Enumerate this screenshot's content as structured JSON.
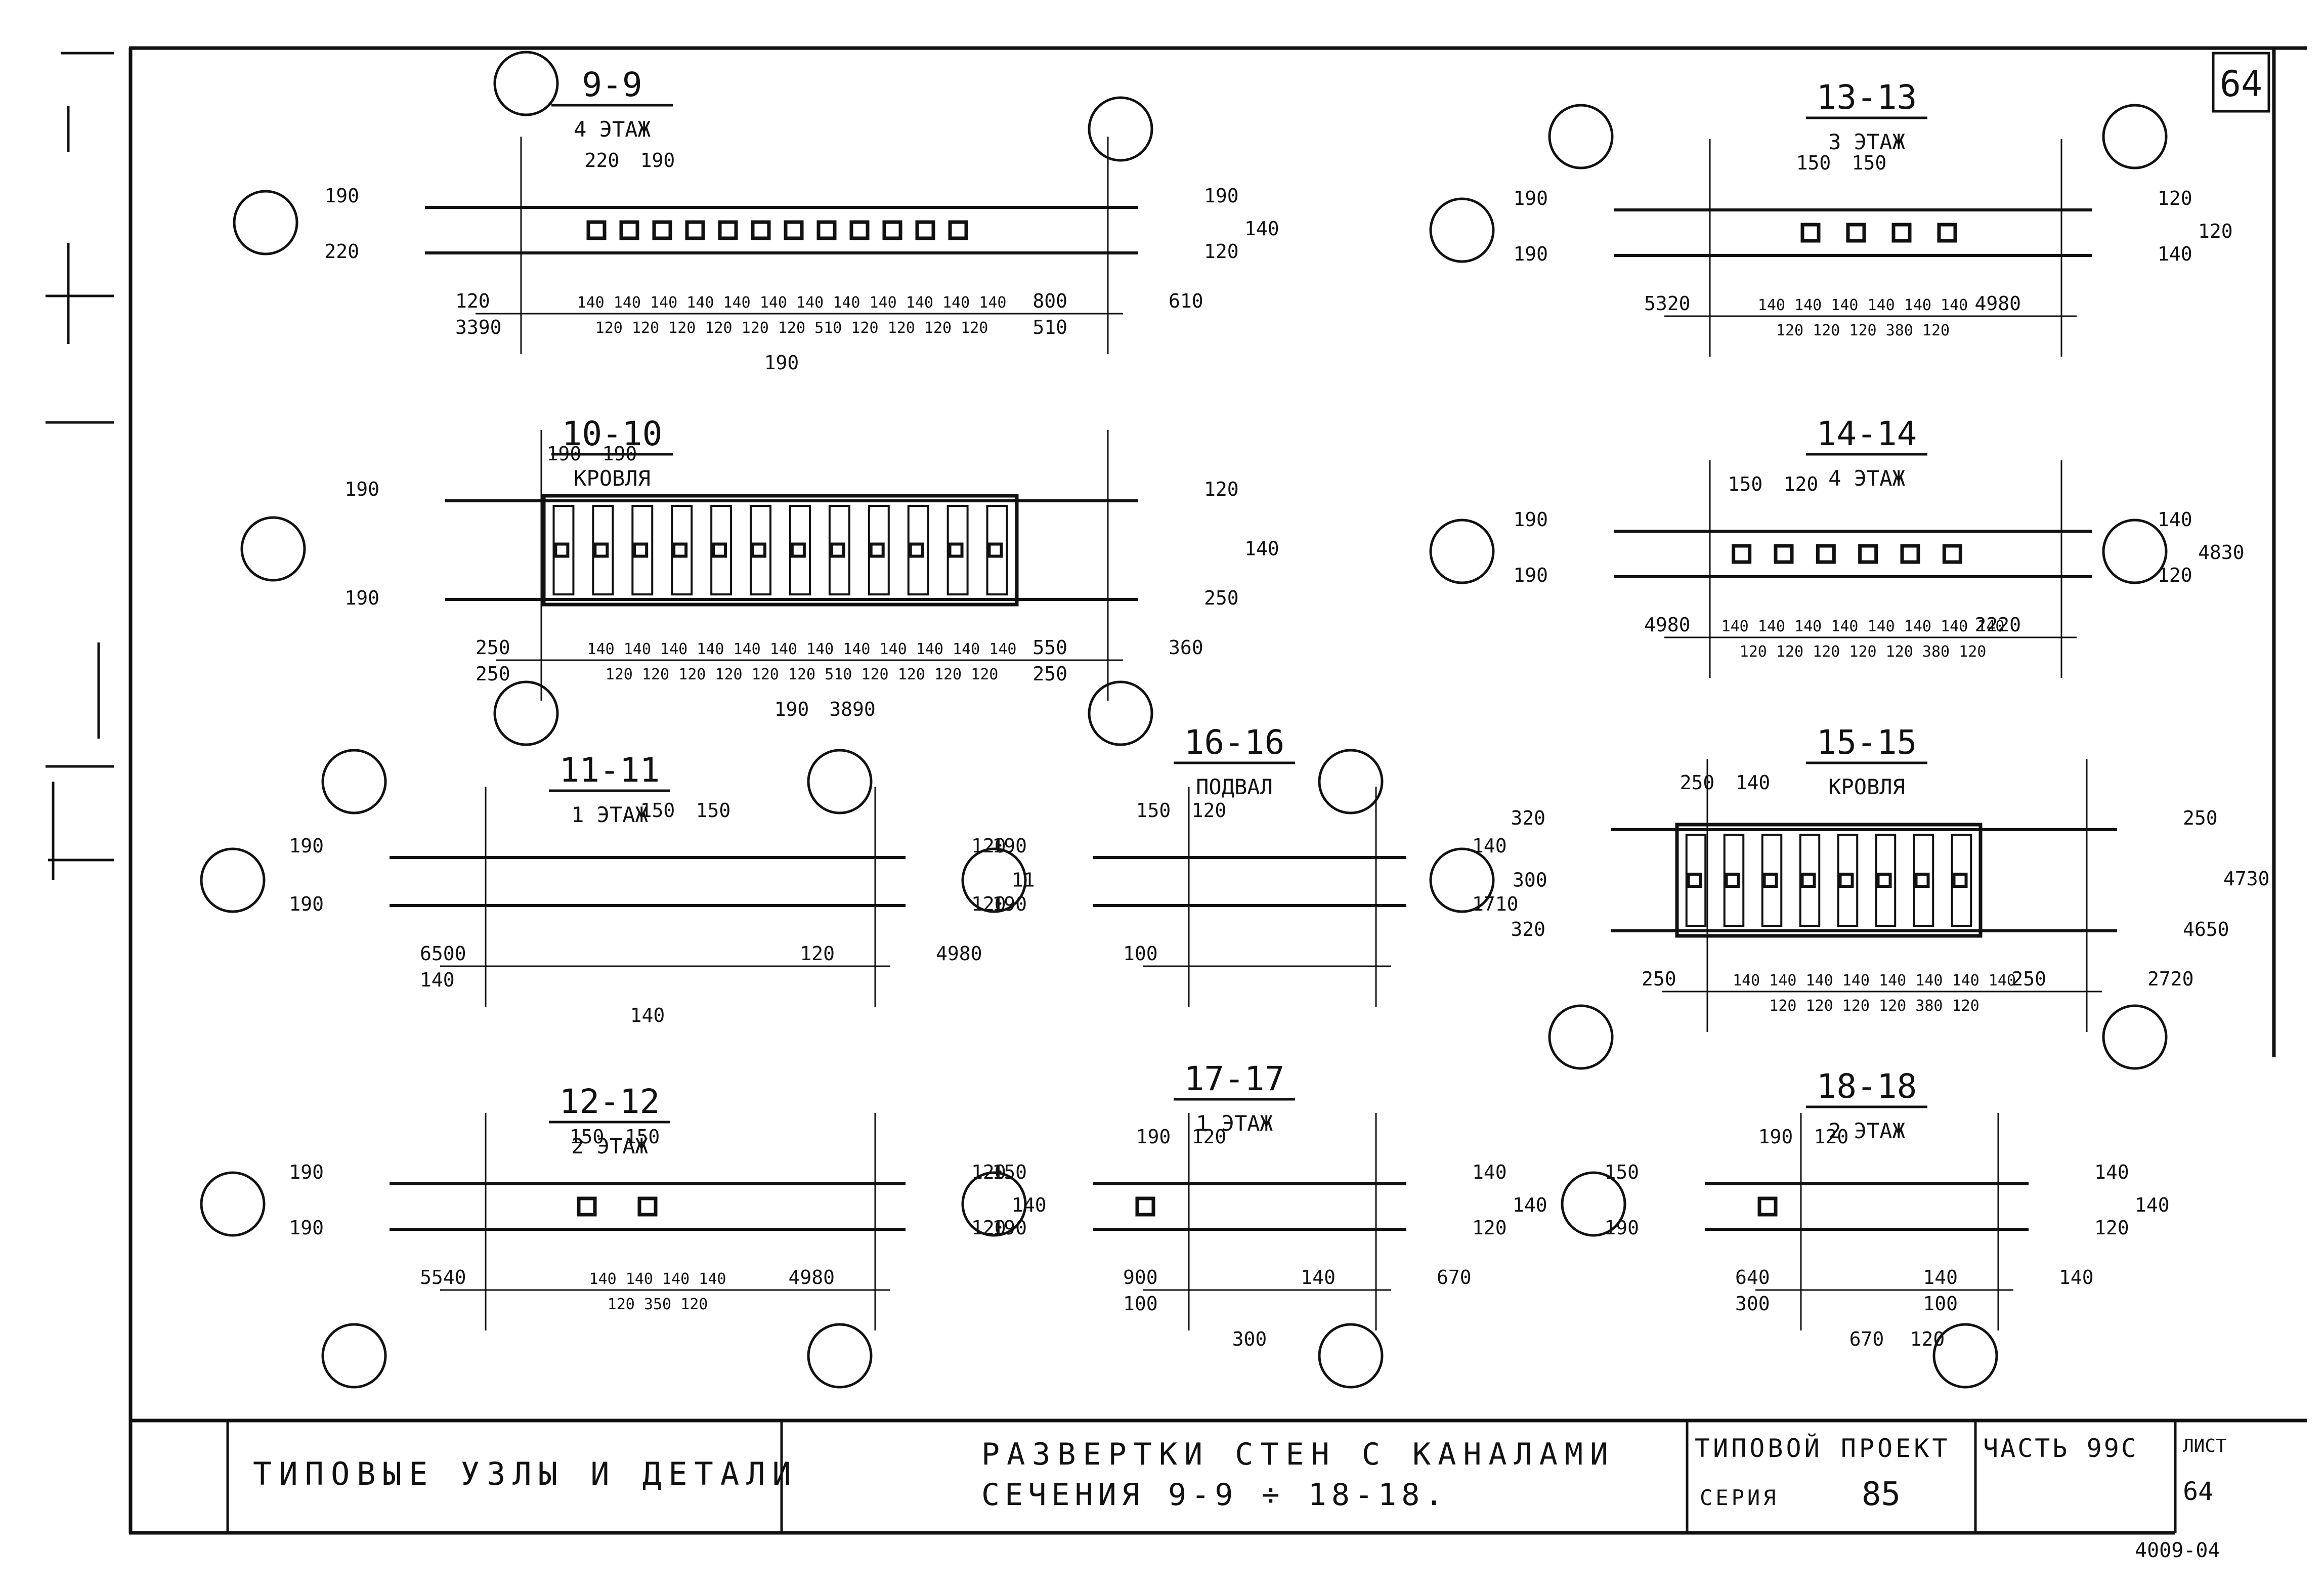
{
  "sheet": {
    "number": "64",
    "code": "4009-04"
  },
  "title_block": {
    "left": "ТИПОВЫЕ УЗЛЫ И ДЕТАЛИ",
    "center_line1": "РАЗВЕРТКИ СТЕН С КАНАЛАМИ",
    "center_line2": "СЕЧЕНИЯ 9-9 ÷ 18-18.",
    "project_label": "ТИПОВОЙ ПРОЕКТ",
    "series_label": "СЕРИЯ",
    "series_value": "85",
    "part_label": "ЧАСТЬ 99С",
    "sheet_label": "ЛИСТ",
    "sheet_value": "64"
  },
  "sections": [
    {
      "id": "9-9",
      "floor": "4 ЭТАЖ",
      "dims": [
        "190",
        "220",
        "220",
        "190",
        "190",
        "120",
        "140",
        "120",
        "800",
        "610",
        "190",
        "3390",
        "510"
      ],
      "seq_top": "140 140 140 140 140 140 140 140 140 140 140 140",
      "seq_bottom": "120 120 120 120 120 120 510 120 120 120 120"
    },
    {
      "id": "10-10",
      "floor": "КРОВЛЯ",
      "dims": [
        "190",
        "190",
        "190",
        "190",
        "120",
        "250",
        "140",
        "250",
        "550",
        "360",
        "190",
        "250",
        "250",
        "3890"
      ],
      "seq_top": "140 140 140 140 140 140 140 140 140 140 140 140",
      "seq_bottom": "120 120 120 120 120 120 510 120 120 120 120"
    },
    {
      "id": "11-11",
      "floor": "1 ЭТАЖ",
      "dims": [
        "190",
        "190",
        "150",
        "150",
        "120",
        "120",
        "11",
        "6500",
        "120",
        "4980",
        "140",
        "140"
      ]
    },
    {
      "id": "12-12",
      "floor": "2 ЭТАЖ",
      "dims": [
        "190",
        "190",
        "150",
        "150",
        "120",
        "120",
        "140",
        "5540",
        "4980"
      ],
      "seq_top": "140 140 140 140",
      "seq_bottom": "120 350 120"
    },
    {
      "id": "13-13",
      "floor": "3 ЭТАЖ",
      "dims": [
        "190",
        "190",
        "150",
        "150",
        "120",
        "140",
        "120",
        "5320",
        "4980"
      ],
      "seq_top": "140 140 140 140 140 140",
      "seq_bottom": "120 120 120 380 120"
    },
    {
      "id": "14-14",
      "floor": "4 ЭТАЖ",
      "dims": [
        "190",
        "190",
        "150",
        "120",
        "140",
        "120",
        "4830",
        "4980",
        "2220"
      ],
      "seq_top": "140 140 140 140 140 140 140 140",
      "seq_bottom": "120 120 120 120 120 380 120"
    },
    {
      "id": "15-15",
      "floor": "КРОВЛЯ",
      "dims": [
        "320",
        "320",
        "250",
        "140",
        "250",
        "4650",
        "4730",
        "250",
        "250",
        "2720"
      ],
      "seq_top": "140 140 140 140 140 140 140 140",
      "seq_bottom": "120 120 120 120 380 120"
    },
    {
      "id": "16-16",
      "floor": "ПОДВАЛ",
      "dims": [
        "190",
        "190",
        "150",
        "120",
        "140",
        "1710",
        "300",
        "100"
      ]
    },
    {
      "id": "17-17",
      "floor": "1 ЭТАЖ",
      "dims": [
        "150",
        "190",
        "190",
        "120",
        "140",
        "120",
        "140",
        "900",
        "140",
        "670",
        "300",
        "100"
      ]
    },
    {
      "id": "18-18",
      "floor": "2 ЭТАЖ",
      "dims": [
        "150",
        "190",
        "190",
        "120",
        "140",
        "120",
        "140",
        "640",
        "140",
        "140",
        "670",
        "300",
        "100",
        "120"
      ]
    }
  ]
}
